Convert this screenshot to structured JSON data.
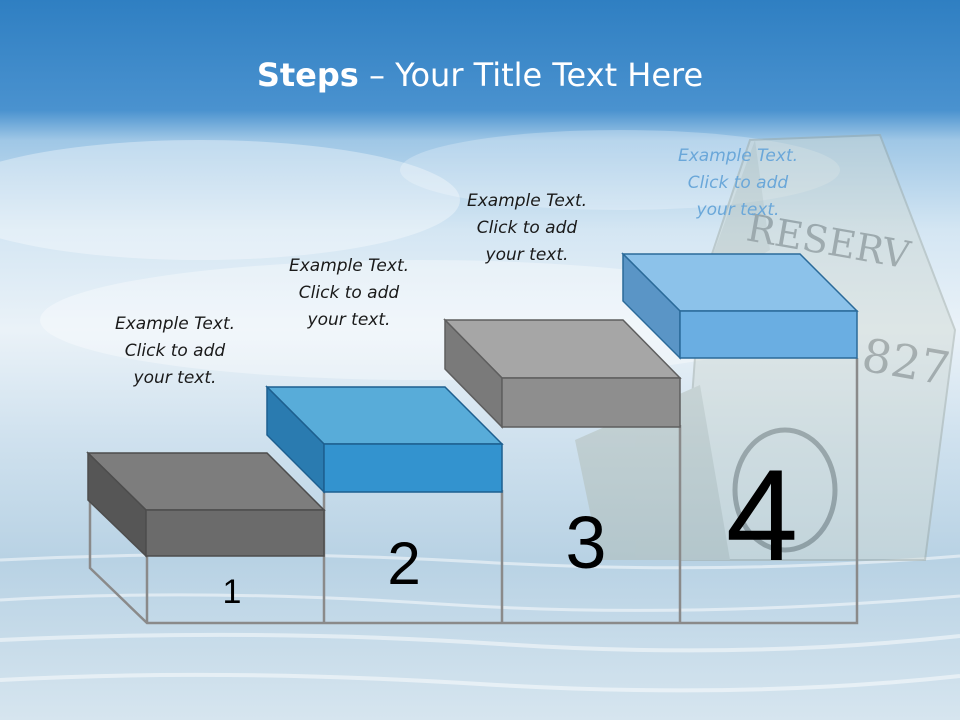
{
  "slide": {
    "title_bold": "Steps",
    "title_rest": " – Your Title Text Here"
  },
  "steps": [
    {
      "number": "1",
      "caption": [
        "Example Text.",
        "Click  to add",
        "your text."
      ],
      "block_color": "#6e6e6e"
    },
    {
      "number": "2",
      "caption": [
        "Example Text.",
        "Click  to add",
        "your text."
      ],
      "block_color": "#3a9ad6"
    },
    {
      "number": "3",
      "caption": [
        "Example Text.",
        "Click  to add",
        "your text."
      ],
      "block_color": "#8f8f8f"
    },
    {
      "number": "4",
      "caption": [
        "Example Text.",
        "Click  to add",
        "your text."
      ],
      "block_color": "#6aaee2"
    }
  ],
  "colors": {
    "title": "#ffffff",
    "outline": "#8a8a8a"
  }
}
